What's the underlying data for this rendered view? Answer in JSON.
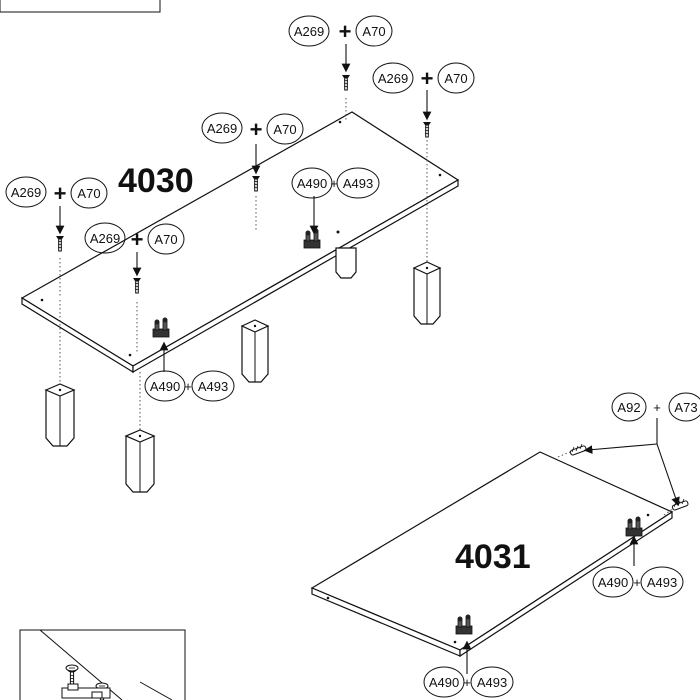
{
  "panels": {
    "top_panel_code": "4030",
    "bottom_panel_code": "4031"
  },
  "callouts": {
    "a269": "A269",
    "a70": "A70",
    "a490": "A490",
    "a493": "A493",
    "a92": "A92",
    "a73": "A73",
    "plus": "+"
  }
}
